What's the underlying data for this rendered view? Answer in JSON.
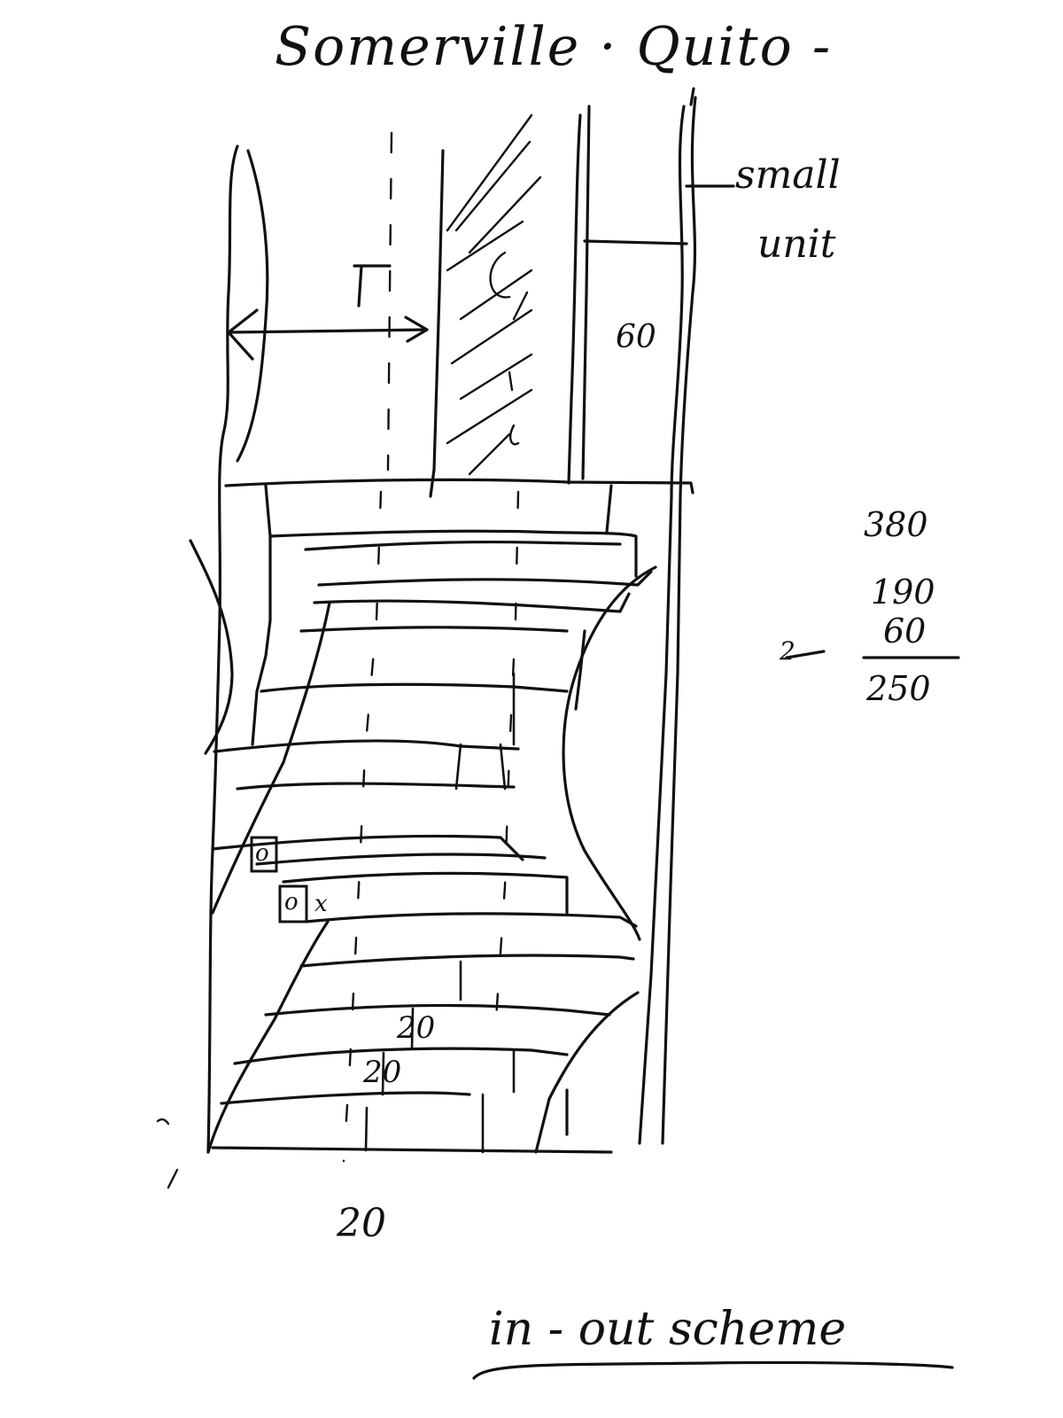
{
  "sketch": {
    "title": "Somerville · Quito -",
    "labels": {
      "small_unit_line1": "small",
      "small_unit_line2": "unit",
      "dimension_60": "60",
      "dimension_20_a": "20",
      "dimension_20_b": "20",
      "dimension_bottom": "20",
      "marker_o1": "o",
      "marker_o2": "o",
      "marker_x": "x",
      "marker_2": "2"
    },
    "calculation": {
      "values": [
        "380",
        "190",
        "60"
      ],
      "result": "250",
      "arrow_label": "2"
    },
    "caption": "in - out scheme"
  }
}
